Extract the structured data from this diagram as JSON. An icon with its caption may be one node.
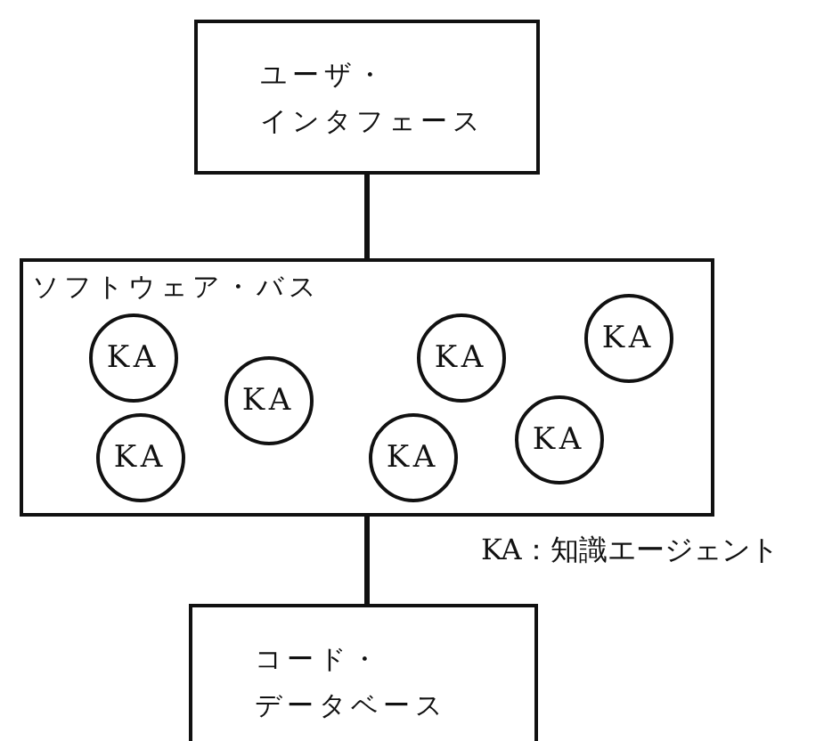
{
  "diagram": {
    "nodes": [
      {
        "text": [
          "ユーザ・インタフェース"
        ]
      },
      {
        "text": [
          "ソフトウェア・バス"
        ]
      },
      {
        "text": [
          "KA"
        ],
        "in": 1
      },
      {
        "text": [
          "KA"
        ],
        "in": 1
      },
      {
        "text": [
          "KA"
        ],
        "in": 1
      },
      {
        "text": [
          "KA"
        ],
        "in": 1
      },
      {
        "text": [
          "KA"
        ],
        "in": 1
      },
      {
        "text": [
          "KA"
        ],
        "in": 1
      },
      {
        "text": [
          "KA"
        ],
        "in": 1
      },
      {
        "text": [
          "コード・データベース"
        ]
      }
    ],
    "edges": [
      {
        "from": 0,
        "to": 1,
        "arrow": "none"
      },
      {
        "from": 1,
        "to": 9,
        "arrow": "none"
      }
    ],
    "labels": [
      "KA：知識エージェント"
    ]
  }
}
